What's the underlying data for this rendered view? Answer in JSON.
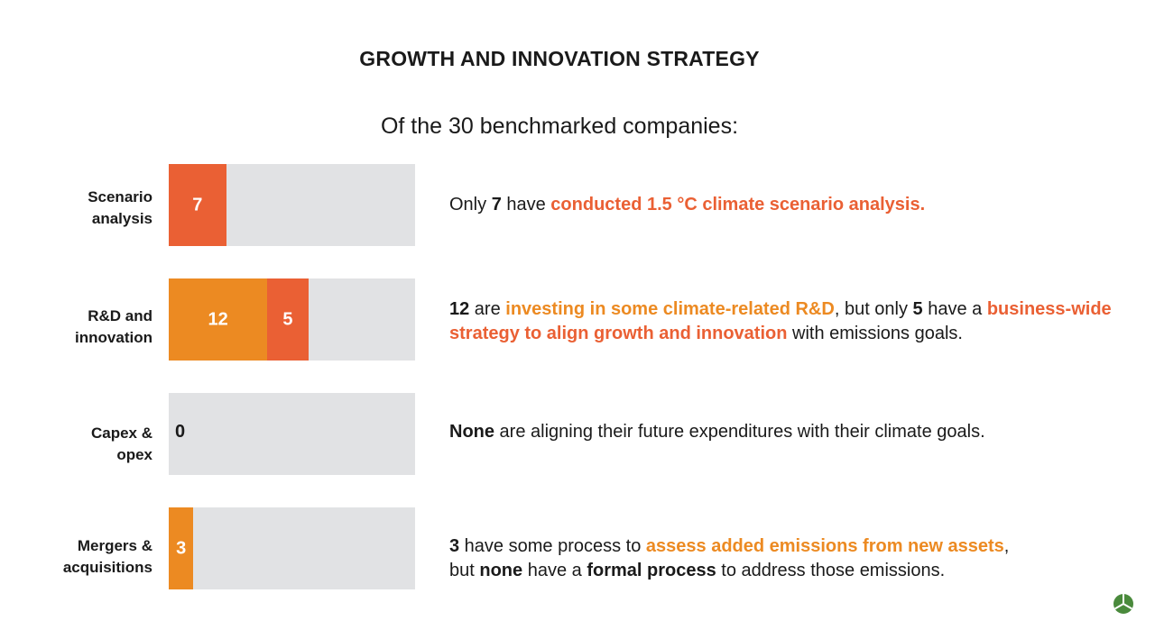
{
  "page": {
    "title": "GROWTH AND INNOVATION STRATEGY",
    "subtitle": "Of the 30 benchmarked companies:"
  },
  "colors": {
    "orange": "#ec8a22",
    "red_orange": "#ea6034",
    "track_gray": "#e1e2e4",
    "logo_green": "#4a8a3c"
  },
  "icons": {
    "logo": "leaf-logo-icon"
  },
  "chart_data": {
    "type": "bar",
    "orientation": "horizontal",
    "stacked": true,
    "xlim": [
      0,
      30
    ],
    "categories": [
      "Scenario\nanalysis",
      "R&D and\ninnovation",
      "Capex &\nopex",
      "Mergers &\nacquisitions"
    ],
    "series": [
      {
        "values": [
          null,
          12,
          null,
          3
        ],
        "color": "#ec8a22"
      },
      {
        "values": [
          7,
          5,
          null,
          null
        ],
        "color": "#ea6034"
      }
    ],
    "zero_label": {
      "row": 2,
      "text": "0"
    },
    "data_labels": [
      {
        "row": 0,
        "segments": [
          "7"
        ]
      },
      {
        "row": 1,
        "segments": [
          "12",
          "5"
        ]
      },
      {
        "row": 2,
        "segments": []
      },
      {
        "row": 3,
        "segments": [
          "3"
        ]
      }
    ]
  },
  "descriptions": [
    {
      "parts": [
        {
          "t": "Only ",
          "s": "n"
        },
        {
          "t": "7",
          "s": "b"
        },
        {
          "t": " have ",
          "s": "n"
        },
        {
          "t": "conducted 1.5 °C climate scenario analysis.",
          "s": "red"
        }
      ]
    },
    {
      "parts": [
        {
          "t": "12",
          "s": "b"
        },
        {
          "t": " are ",
          "s": "n"
        },
        {
          "t": "investing in some climate-related R&D",
          "s": "orange"
        },
        {
          "t": ", but only ",
          "s": "n"
        },
        {
          "t": "5",
          "s": "b"
        },
        {
          "t": " have a ",
          "s": "n"
        },
        {
          "t": "business-wide strategy to align growth and innovation",
          "s": "red"
        },
        {
          "t": " with emissions goals.",
          "s": "n"
        }
      ]
    },
    {
      "parts": [
        {
          "t": "None",
          "s": "b"
        },
        {
          "t": " are aligning their future expenditures with their climate goals.",
          "s": "n"
        }
      ]
    },
    {
      "parts": [
        {
          "t": "3",
          "s": "b"
        },
        {
          "t": " have some process to ",
          "s": "n"
        },
        {
          "t": "assess added emissions from new assets",
          "s": "orange"
        },
        {
          "t": ",",
          "s": "n"
        },
        {
          "t": "\n",
          "s": "br"
        },
        {
          "t": "but ",
          "s": "n"
        },
        {
          "t": "none",
          "s": "b"
        },
        {
          "t": " have a ",
          "s": "n"
        },
        {
          "t": "formal process",
          "s": "b"
        },
        {
          "t": " to address those emissions.",
          "s": "n"
        }
      ]
    }
  ]
}
